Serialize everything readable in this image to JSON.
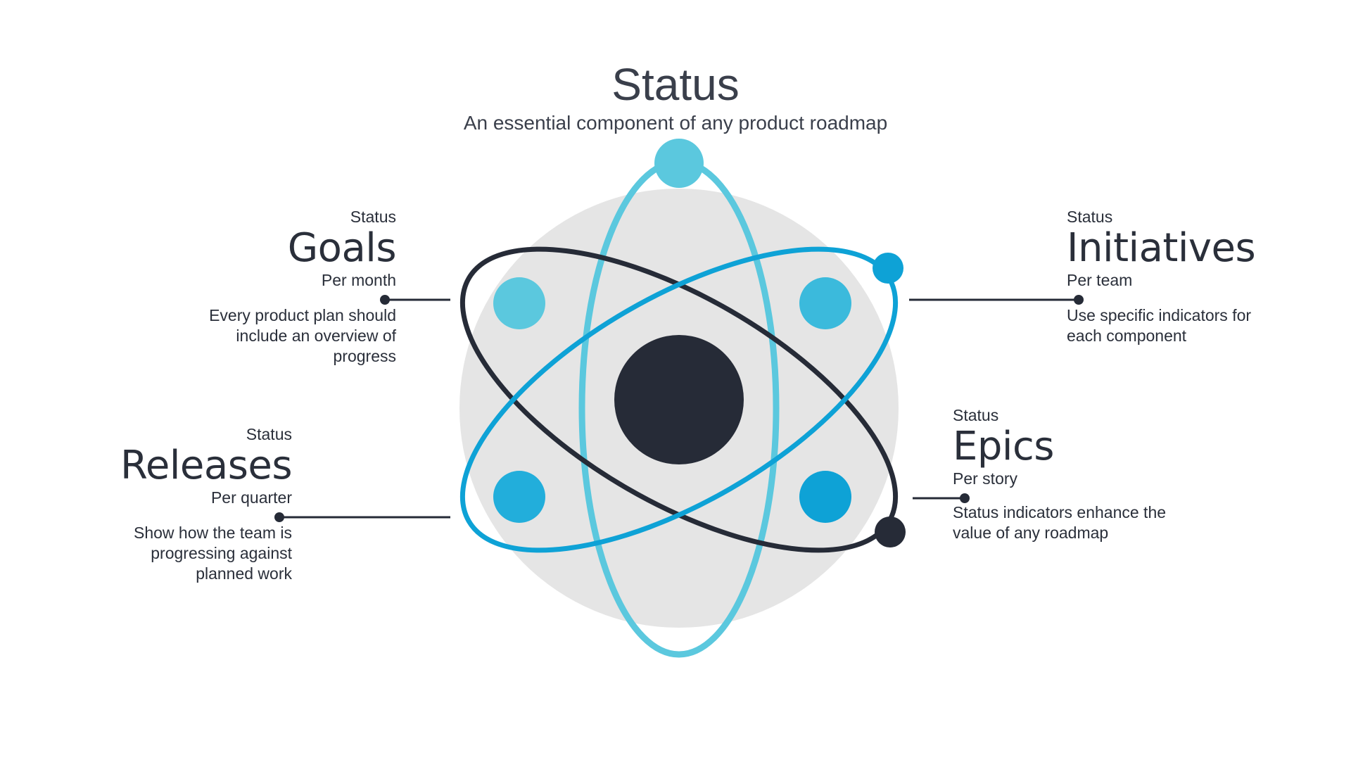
{
  "header": {
    "title": "Status",
    "subtitle": "An essential component of any product roadmap"
  },
  "items": {
    "goals": {
      "kicker": "Status",
      "title": "Goals",
      "sub": "Per month",
      "desc": "Every product plan should include an overview of progress"
    },
    "initiatives": {
      "kicker": "Status",
      "title": "Initiatives",
      "sub": "Per team",
      "desc": "Use specific indicators for each component"
    },
    "releases": {
      "kicker": "Status",
      "title": "Releases",
      "sub": "Per quarter",
      "desc": "Show how the team is progressing against planned work"
    },
    "epics": {
      "kicker": "Status",
      "title": "Epics",
      "sub": "Per story",
      "desc": "Status indicators enhance the value of any roadmap"
    }
  },
  "colors": {
    "dark": "#262b37",
    "light_blue": "#5bc8de",
    "mid_blue": "#0ea2d6",
    "bg_circle": "#e5e5e5",
    "text": "#2a2f3a"
  }
}
